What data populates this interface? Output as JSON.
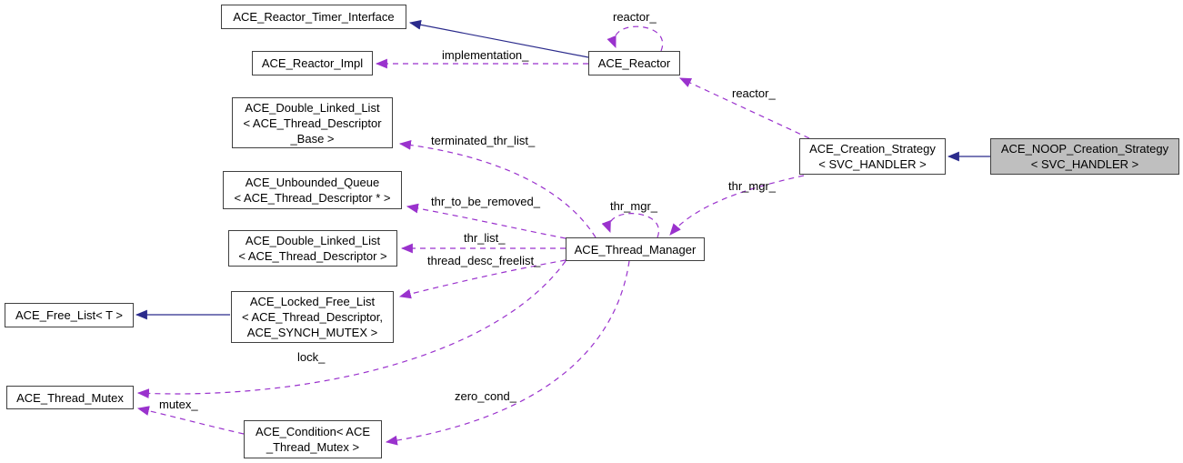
{
  "diagram": {
    "colors": {
      "edge_inheritance": "#2b2b8c",
      "edge_usage": "#9a32cd",
      "node_border": "#404040",
      "node_background": "#ffffff",
      "highlighted_node_background": "#bfbfbf",
      "text": "#000000",
      "background": "#ffffff"
    },
    "nodes": {
      "reactor_timer_interface": {
        "label": "ACE_Reactor_Timer_Interface",
        "highlighted": false
      },
      "reactor_impl": {
        "label": "ACE_Reactor_Impl",
        "highlighted": false
      },
      "double_linked_list_base": {
        "label": "ACE_Double_Linked_List\n< ACE_Thread_Descriptor\n_Base >",
        "highlighted": false
      },
      "unbounded_queue": {
        "label": "ACE_Unbounded_Queue\n< ACE_Thread_Descriptor * >",
        "highlighted": false
      },
      "double_linked_list_td": {
        "label": "ACE_Double_Linked_List\n< ACE_Thread_Descriptor >",
        "highlighted": false
      },
      "locked_free_list": {
        "label": "ACE_Locked_Free_List\n< ACE_Thread_Descriptor,\nACE_SYNCH_MUTEX >",
        "highlighted": false
      },
      "free_list": {
        "label": "ACE_Free_List< T >",
        "highlighted": false
      },
      "thread_mutex": {
        "label": "ACE_Thread_Mutex",
        "highlighted": false
      },
      "condition": {
        "label": "ACE_Condition< ACE\n_Thread_Mutex >",
        "highlighted": false
      },
      "reactor": {
        "label": "ACE_Reactor",
        "highlighted": false
      },
      "thread_manager": {
        "label": "ACE_Thread_Manager",
        "highlighted": false
      },
      "creation_strategy": {
        "label": "ACE_Creation_Strategy\n< SVC_HANDLER >",
        "highlighted": false
      },
      "noop_creation_strategy": {
        "label": "ACE_NOOP_Creation_Strategy\n< SVC_HANDLER >",
        "highlighted": true
      }
    },
    "edge_labels": {
      "reactor_self": "reactor_",
      "implementation": "implementation_",
      "reactor_member": "reactor_",
      "terminated_thr_list": "terminated_thr_list_",
      "thr_to_be_removed": "thr_to_be_removed_",
      "thr_mgr_self": "thr_mgr_",
      "thr_mgr_member": "thr_mgr_",
      "thr_list": "thr_list_",
      "thread_desc_freelist": "thread_desc_freelist_",
      "lock": "lock_",
      "mutex": "mutex_",
      "zero_cond": "zero_cond_"
    },
    "edges": [
      {
        "from": "ACE_Reactor",
        "to": "ACE_Reactor_Timer_Interface",
        "type": "inheritance",
        "label": ""
      },
      {
        "from": "ACE_Reactor",
        "to": "ACE_Reactor_Impl",
        "type": "usage",
        "label": "implementation_"
      },
      {
        "from": "ACE_Reactor",
        "to": "ACE_Reactor",
        "type": "usage",
        "label": "reactor_"
      },
      {
        "from": "ACE_Creation_Strategy< SVC_HANDLER >",
        "to": "ACE_Reactor",
        "type": "usage",
        "label": "reactor_"
      },
      {
        "from": "ACE_Thread_Manager",
        "to": "ACE_Double_Linked_List< ACE_Thread_Descriptor_Base >",
        "type": "usage",
        "label": "terminated_thr_list_"
      },
      {
        "from": "ACE_Thread_Manager",
        "to": "ACE_Unbounded_Queue< ACE_Thread_Descriptor * >",
        "type": "usage",
        "label": "thr_to_be_removed_"
      },
      {
        "from": "ACE_Thread_Manager",
        "to": "ACE_Double_Linked_List< ACE_Thread_Descriptor >",
        "type": "usage",
        "label": "thr_list_"
      },
      {
        "from": "ACE_Thread_Manager",
        "to": "ACE_Locked_Free_List< ACE_Thread_Descriptor, ACE_SYNCH_MUTEX >",
        "type": "usage",
        "label": "thread_desc_freelist_"
      },
      {
        "from": "ACE_Locked_Free_List< ACE_Thread_Descriptor, ACE_SYNCH_MUTEX >",
        "to": "ACE_Free_List< T >",
        "type": "inheritance",
        "label": ""
      },
      {
        "from": "ACE_Thread_Manager",
        "to": "ACE_Thread_Mutex",
        "type": "usage",
        "label": "lock_"
      },
      {
        "from": "ACE_Condition< ACE_Thread_Mutex >",
        "to": "ACE_Thread_Mutex",
        "type": "usage",
        "label": "mutex_"
      },
      {
        "from": "ACE_Thread_Manager",
        "to": "ACE_Condition< ACE_Thread_Mutex >",
        "type": "usage",
        "label": "zero_cond_"
      },
      {
        "from": "ACE_Thread_Manager",
        "to": "ACE_Thread_Manager",
        "type": "usage",
        "label": "thr_mgr_"
      },
      {
        "from": "ACE_Creation_Strategy< SVC_HANDLER >",
        "to": "ACE_Thread_Manager",
        "type": "usage",
        "label": "thr_mgr_"
      },
      {
        "from": "ACE_NOOP_Creation_Strategy< SVC_HANDLER >",
        "to": "ACE_Creation_Strategy< SVC_HANDLER >",
        "type": "inheritance",
        "label": ""
      }
    ]
  }
}
